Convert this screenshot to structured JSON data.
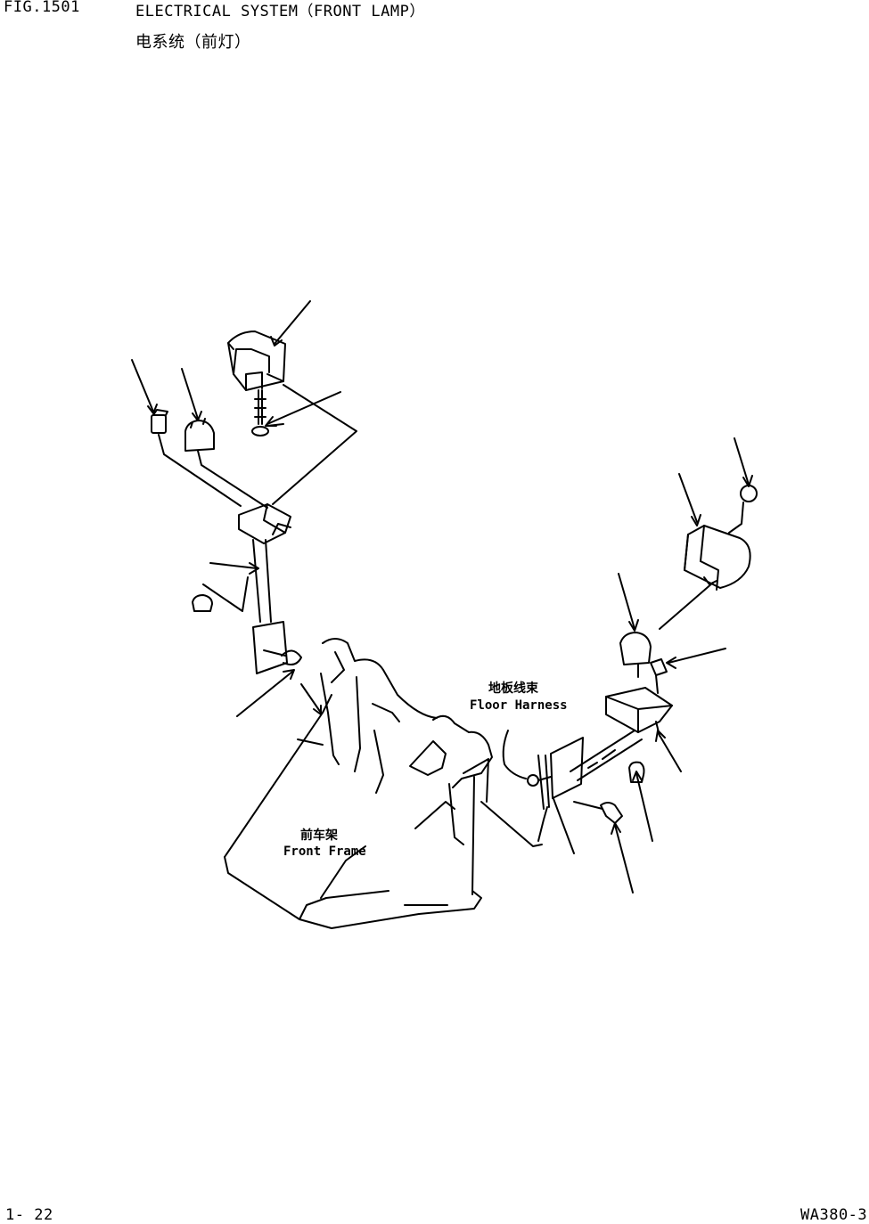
{
  "header": {
    "fig_no": "FIG.1501",
    "title_en": "ELECTRICAL SYSTEM（FRONT LAMP）",
    "title_cn": "电系统（前灯）"
  },
  "labels": {
    "floor_harness_cn": "地板线束",
    "floor_harness_en": "Floor Harness",
    "front_frame_cn": "前车架",
    "front_frame_en": "Front Frame"
  },
  "footer": {
    "page_no": "1- 22",
    "model_no": "WA380-3"
  }
}
